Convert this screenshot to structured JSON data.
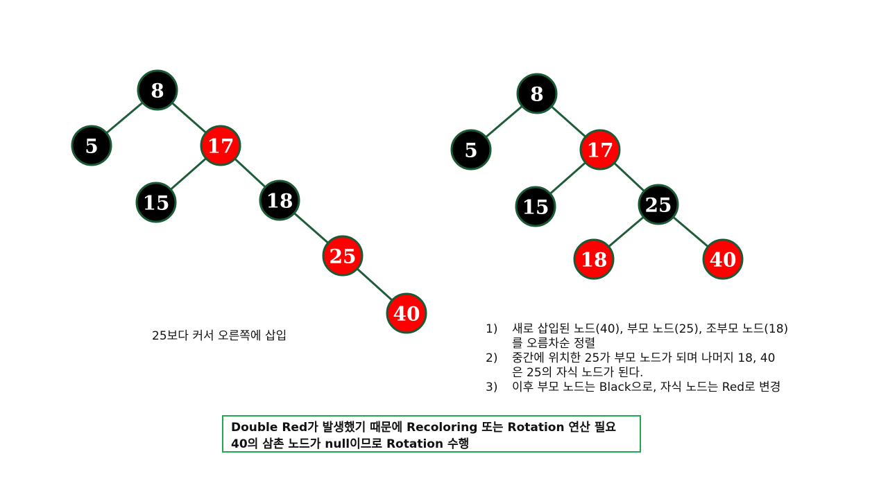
{
  "colors": {
    "black_node": "#000000",
    "red_node": "#ff0000",
    "edge": "#1f5c3a",
    "node_border": "#1a5a36",
    "note_border": "#1fa84f"
  },
  "left_tree": {
    "caption": "25보다 커서 오른쪽에 삽입",
    "nodes": [
      {
        "key": "8",
        "color": "black"
      },
      {
        "key": "5",
        "color": "black"
      },
      {
        "key": "17",
        "color": "red"
      },
      {
        "key": "15",
        "color": "black"
      },
      {
        "key": "18",
        "color": "black"
      },
      {
        "key": "25",
        "color": "red"
      },
      {
        "key": "40",
        "color": "red"
      }
    ]
  },
  "right_tree": {
    "nodes": [
      {
        "key": "8",
        "color": "black"
      },
      {
        "key": "5",
        "color": "black"
      },
      {
        "key": "17",
        "color": "red"
      },
      {
        "key": "15",
        "color": "black"
      },
      {
        "key": "25",
        "color": "black"
      },
      {
        "key": "18",
        "color": "red"
      },
      {
        "key": "40",
        "color": "red"
      }
    ]
  },
  "steps": [
    {
      "num": "1)",
      "line1": "새로 삽입된 노드(40), 부모 노드(25), 조부모 노드(18)",
      "line2": "를 오름차순 정렬"
    },
    {
      "num": "2)",
      "line1": "중간에 위치한 25가 부모 노드가 되며 나머지 18, 40",
      "line2": "은 25의 자식 노드가 된다."
    },
    {
      "num": "3)",
      "line1": "이후 부모 노드는 Black으로, 자식 노드는 Red로 변경",
      "line2": ""
    }
  ],
  "note": {
    "line1": "Double Red가 발생했기 때문에 Recoloring 또는 Rotation 연산 필요",
    "line2": "40의 삼촌 노드가 null이므로 Rotation 수행"
  }
}
